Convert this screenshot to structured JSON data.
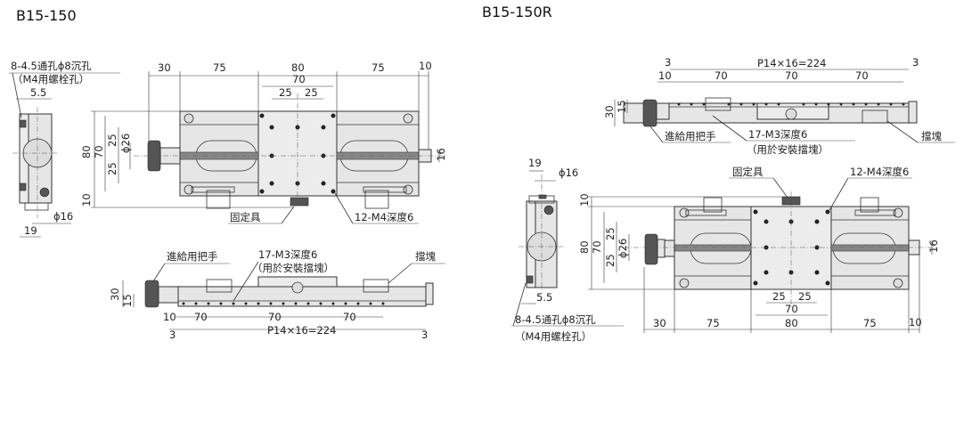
{
  "titles": {
    "left": "B15-150",
    "right": "B15-150R"
  },
  "left": {
    "side_view": {
      "hole_note": "8-4.5通孔ϕ8沉孔",
      "hole_note2": "（M4用螺栓孔）",
      "dim_5_5": "5.5",
      "dim_phi16": "ϕ16",
      "dim_19": "19"
    },
    "top_view": {
      "dims_top": [
        "30",
        "75",
        "80",
        "75",
        "10"
      ],
      "dim_70": "70",
      "dim_25a": "25",
      "dim_25b": "25",
      "dims_left": {
        "d80": "80",
        "d70": "70",
        "d25a": "25",
        "d25b": "25",
        "phi26": "ϕ26",
        "d10": "10"
      },
      "dim_16": "16",
      "label_fixture": "固定具",
      "label_tapped": "12-M4深度6"
    },
    "front_view": {
      "label_handle": "進給用把手",
      "label_m3": "17-M3深度6",
      "label_m3_note": "（用於安裝擋塊）",
      "label_stopper": "擋塊",
      "dim_30": "30",
      "dim_15": "15",
      "dims_pitch": [
        "10",
        "70",
        "70",
        "70"
      ],
      "dim_3a": "3",
      "dim_pitch_total": "P14×16=224",
      "dim_3b": "3"
    }
  },
  "right": {
    "front_view": {
      "dim_3a": "3",
      "dim_pitch_total": "P14×16=224",
      "dim_3b": "3",
      "dims_pitch": [
        "10",
        "70",
        "70",
        "70"
      ],
      "dim_30": "30",
      "dim_15": "15",
      "label_handle": "進給用把手",
      "label_m3": "17-M3深度6",
      "label_m3_note": "（用於安裝擋塊）",
      "label_stopper": "擋塊"
    },
    "side_view": {
      "dim_19": "19",
      "dim_phi16": "ϕ16",
      "dim_5_5": "5.5",
      "hole_note": "8-4.5通孔ϕ8沉孔",
      "hole_note2": "（M4用螺栓孔）"
    },
    "top_view": {
      "label_fixture": "固定具",
      "label_tapped": "12-M4深度6",
      "dims_left": {
        "d10": "10",
        "d80": "80",
        "d70": "70",
        "d25a": "25",
        "d25b": "25",
        "phi26": "ϕ26"
      },
      "dim_16": "16",
      "dim_25a": "25",
      "dim_25b": "25",
      "dim_70": "70",
      "dims_bottom": [
        "30",
        "75",
        "80",
        "75",
        "10"
      ]
    }
  }
}
